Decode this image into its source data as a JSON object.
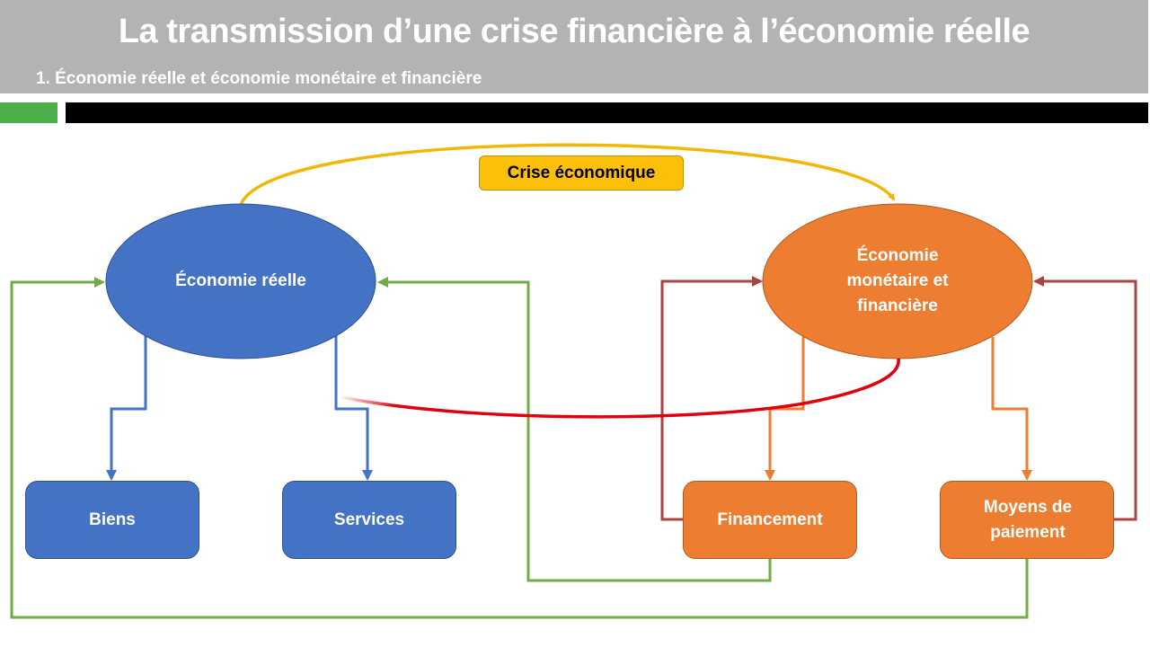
{
  "header": {
    "title": "La transmission d’une crise financière à l’économie réelle",
    "subtitle": "1. Économie réelle et économie monétaire et financière"
  },
  "colors": {
    "header_bg": "#b3b3b3",
    "accent_green": "#4bb04a",
    "accent_black": "#000000",
    "real_economy_blue": "#4472c4",
    "financial_economy_orange": "#ed7d31",
    "crisis_yellow": "#fcc00a",
    "green_flow": "#70ad47",
    "dark_red_flow": "#a94442",
    "contagion_red": "#e0000f"
  },
  "diagram": {
    "crisis_label": "Crise économique",
    "nodes": {
      "real_economy": "Économie réelle",
      "financial_economy": "Économie monétaire et financière",
      "goods": "Biens",
      "services": "Services",
      "financing": "Financement",
      "payment_means": "Moyens de paiement"
    },
    "edges": [
      {
        "from": "real_economy",
        "to": "financial_economy",
        "color": "crisis_yellow",
        "label": "Crise économique"
      },
      {
        "from": "real_economy",
        "to": "goods",
        "color": "real_economy_blue"
      },
      {
        "from": "real_economy",
        "to": "services",
        "color": "real_economy_blue"
      },
      {
        "from": "financial_economy",
        "to": "financing",
        "color": "financial_economy_orange"
      },
      {
        "from": "financial_economy",
        "to": "payment_means",
        "color": "financial_economy_orange"
      },
      {
        "from": "financing",
        "to": "financial_economy",
        "color": "dark_red_flow"
      },
      {
        "from": "payment_means",
        "to": "financial_economy",
        "color": "dark_red_flow"
      },
      {
        "from": "financing",
        "to": "real_economy",
        "color": "green_flow"
      },
      {
        "from": "payment_means",
        "to": "real_economy",
        "color": "green_flow"
      },
      {
        "from": "financial_economy",
        "to": "real_economy",
        "color": "contagion_red"
      }
    ]
  }
}
